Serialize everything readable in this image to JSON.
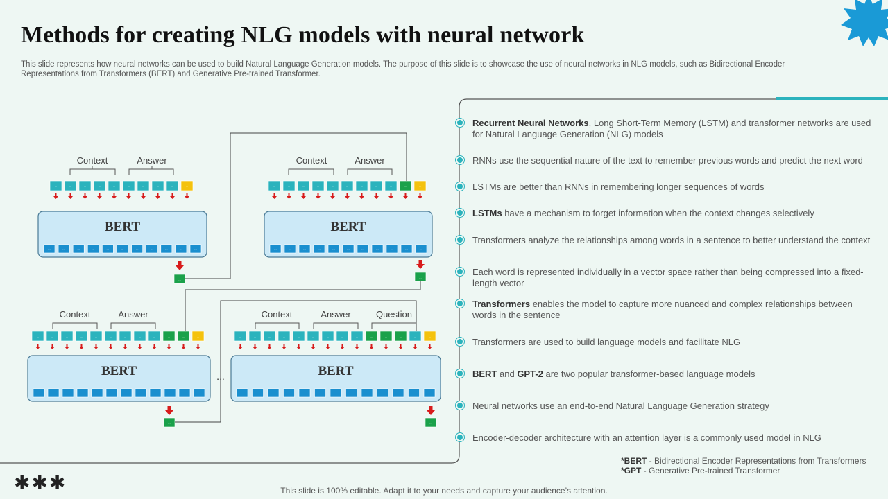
{
  "title": "Methods for creating NLG models with neural network",
  "subtitle": "This slide represents how neural networks can be used to build Natural Language Generation models. The purpose of this slide is to showcase the use of neural networks in NLG models, such as Bidirectional Encoder Representations from Transformers (BERT) and Generative Pre-trained Transformer.",
  "diagram": {
    "bert_label": "BERT",
    "context_label": "Context",
    "answer_label": "Answer",
    "question_label": "Question",
    "ellipsis": "..."
  },
  "bullets": [
    {
      "bold": "Recurrent Neural Networks",
      "text": ", Long Short-Term Memory (LSTM) and transformer networks are used for Natural Language Generation (NLG) models"
    },
    {
      "bold": "",
      "text": "RNNs use the sequential nature of the text to remember previous words and predict the next word"
    },
    {
      "bold": "",
      "text": "LSTMs are better than RNNs in remembering longer sequences of words"
    },
    {
      "bold": "LSTMs",
      "text": " have a mechanism to forget information when the context changes selectively"
    },
    {
      "bold": "",
      "text": "Transformers analyze the relationships among words in a sentence to better understand the context"
    },
    {
      "bold": "",
      "text": "Each word is represented individually in a vector space rather than being compressed into a fixed-length vector"
    },
    {
      "bold": "Transformers",
      "text": " enables the model to capture more nuanced and complex relationships between words in the sentence"
    },
    {
      "bold": "",
      "text": "Transformers are used to build language models and facilitate NLG"
    },
    {
      "bold": "BERT",
      "text": " and ",
      "bold2": "GPT-2",
      "text2": " are two popular transformer-based language models"
    },
    {
      "bold": "",
      "text": "Neural networks use an end-to-end Natural Language Generation strategy"
    },
    {
      "bold": "",
      "text": "Encoder-decoder architecture with an attention layer is a commonly used model in NLG"
    }
  ],
  "footnotes": [
    {
      "bold": "*BERT",
      "text": " - Bidirectional Encoder Representations from Transformers"
    },
    {
      "bold": "*GPT",
      "text": " - Generative Pre-trained Transformer"
    }
  ],
  "footer": "This slide is 100% editable. Adapt it to your needs and capture your audience’s attention.",
  "asterisks": "✱✱✱",
  "colors": {
    "teal": "#2bb3bd",
    "blue_token": "#1a8fcf",
    "green_token": "#1aa14a",
    "yellow_token": "#f4c20d",
    "arrow_red": "#d81b1b",
    "bert_fill": "#cce9f7"
  }
}
